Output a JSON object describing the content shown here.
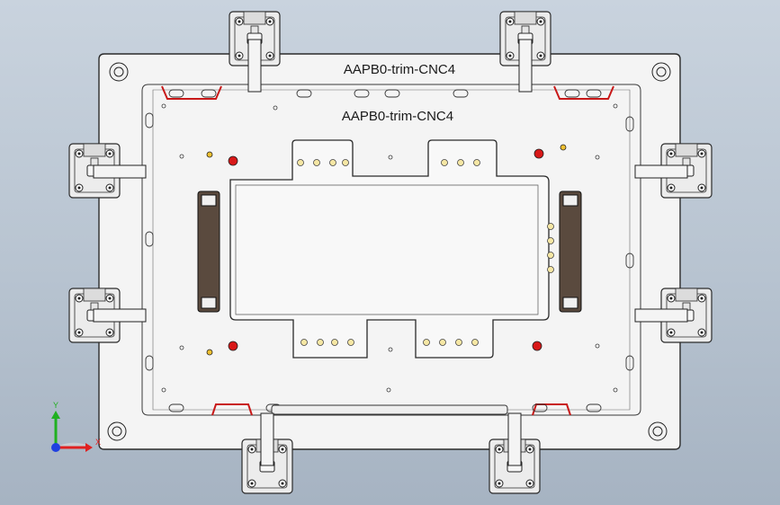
{
  "viewport": {
    "label_top": "AAPB0-trim-CNC4",
    "label_inner": "AAPB0-trim-CNC4"
  },
  "triad": {
    "x_label": "X",
    "y_label": "Y",
    "x_color": "#e02020",
    "y_color": "#20b020",
    "z_color": "#2040e0"
  },
  "colors": {
    "plate": "#f4f4f4",
    "plate_edge": "#2b2b2b",
    "locator_pin": "#d81818",
    "pad_brown": "#5a4a3e",
    "seal_red": "#c81818"
  }
}
